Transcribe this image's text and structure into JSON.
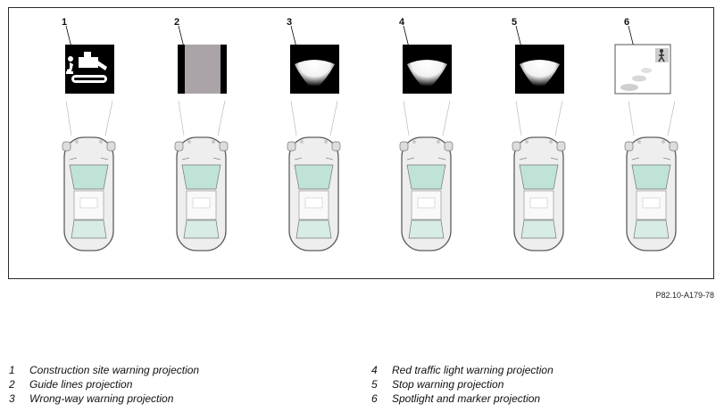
{
  "panels": [
    {
      "number": "1",
      "icon": "construction-site-icon"
    },
    {
      "number": "2",
      "icon": "guide-lines-icon"
    },
    {
      "number": "3",
      "icon": "wrong-way-warning-icon"
    },
    {
      "number": "4",
      "icon": "red-traffic-light-warning-icon"
    },
    {
      "number": "5",
      "icon": "stop-warning-icon"
    },
    {
      "number": "6",
      "icon": "spotlight-marker-icon"
    }
  ],
  "reference_code": "P82.10-A179-78",
  "legend": [
    {
      "number": "1",
      "text": "Construction site warning projection"
    },
    {
      "number": "2",
      "text": "Guide lines projection"
    },
    {
      "number": "3",
      "text": "Wrong-way warning projection"
    },
    {
      "number": "4",
      "text": "Red traffic light warning projection"
    },
    {
      "number": "5",
      "text": "Stop warning projection"
    },
    {
      "number": "6",
      "text": "Spotlight and marker projection"
    }
  ],
  "colors": {
    "projection_dark": "#000000",
    "guide_line_fill": "#aaa4a8",
    "car_body": "#eeeeee",
    "car_outline": "#5e5e5e",
    "glass_tint": "#bfe3d6"
  }
}
